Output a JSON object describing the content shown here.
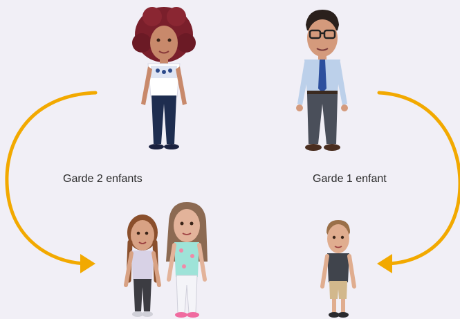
{
  "labels": {
    "left": "Garde 2 enfants",
    "right": "Garde 1 enfant"
  },
  "colors": {
    "arrow": "#f2a900",
    "background": "#f1eff6"
  },
  "figures": [
    {
      "role": "mother",
      "icon": "woman-avatar-icon"
    },
    {
      "role": "father",
      "icon": "man-avatar-icon"
    },
    {
      "role": "daughter-braids",
      "icon": "girl-braids-avatar-icon"
    },
    {
      "role": "daughter-long-hair",
      "icon": "girl-long-hair-avatar-icon"
    },
    {
      "role": "son",
      "icon": "boy-avatar-icon"
    }
  ]
}
